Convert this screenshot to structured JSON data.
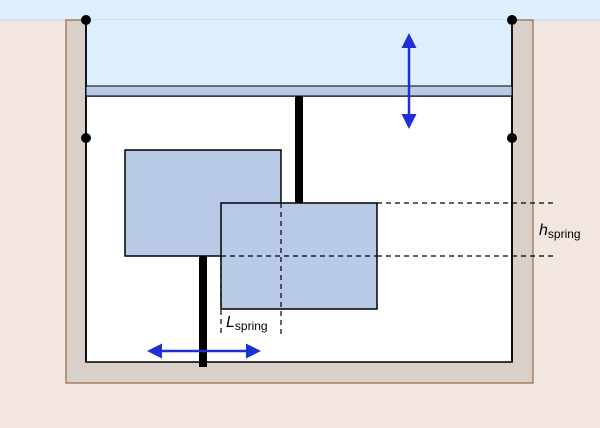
{
  "labels": {
    "h_main": "h",
    "h_sub": "spring",
    "l_main": "L",
    "l_sub": "spring"
  },
  "colors": {
    "soil": "#f2e6e0",
    "wall": "#d9d0c9",
    "wall_outline": "#9a6a4a",
    "water": "#ddeefc",
    "lid": "#b9cae6",
    "block": "#b9cae6",
    "arrow": "#1f2fd6",
    "line": "#000000"
  },
  "icons": {
    "vertical_motion": "double-headed-vertical-arrow",
    "horizontal_motion": "double-headed-horizontal-arrow",
    "hinge": "black-dot"
  }
}
